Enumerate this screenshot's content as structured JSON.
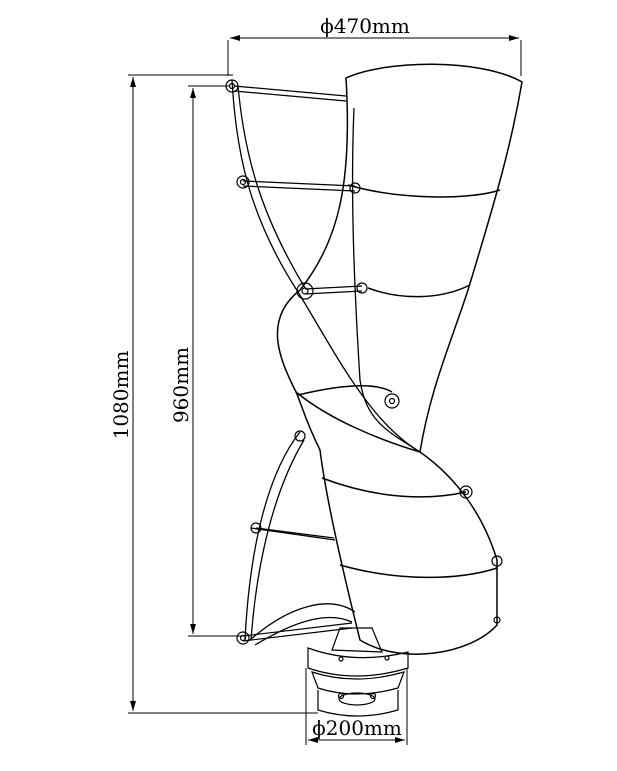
{
  "dimensions": {
    "top_diameter": "ϕ470mm",
    "total_height": "1080mm",
    "blade_height": "960mm",
    "base_diameter": "ϕ200mm"
  },
  "colors": {
    "line": "#000000",
    "background": "#ffffff"
  }
}
